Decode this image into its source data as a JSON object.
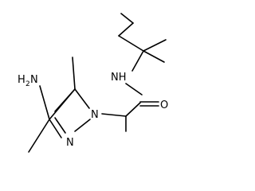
{
  "molecule": {
    "labels": {
      "nh": "NH",
      "o": "O",
      "n1": "N",
      "n2": "N",
      "amino_h": "H",
      "amino_sub": "2",
      "amino_n": "N"
    }
  }
}
